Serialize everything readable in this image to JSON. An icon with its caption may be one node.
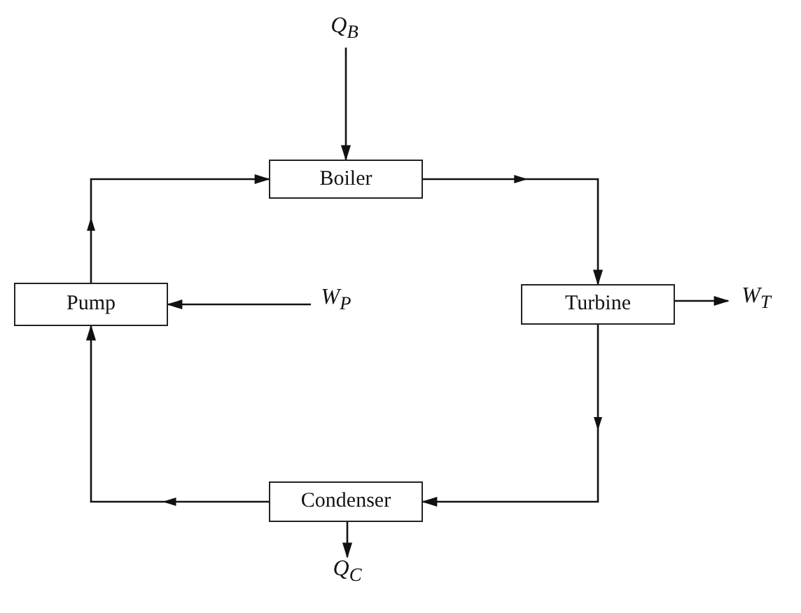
{
  "diagram": {
    "nodes": [
      {
        "text": [
          "Boiler"
        ]
      },
      {
        "text": [
          "Turbine"
        ]
      },
      {
        "text": [
          "Condenser"
        ]
      },
      {
        "text": [
          "Pump"
        ]
      },
      {
        "text": [
          "Q$_{B}$"
        ]
      },
      {
        "text": [
          "W$_{T}$"
        ]
      },
      {
        "text": [
          "Q$_{C}$"
        ]
      },
      {
        "text": [
          "W$_{P}$"
        ]
      }
    ],
    "edges": [
      {
        "from": 4,
        "to": 0,
        "arrow": "to"
      },
      {
        "from": 0,
        "to": 1,
        "arrow": "to"
      },
      {
        "from": 1,
        "to": 5,
        "arrow": "to"
      },
      {
        "from": 1,
        "to": 2,
        "arrow": "to"
      },
      {
        "from": 2,
        "to": 6,
        "arrow": "to"
      },
      {
        "from": 2,
        "to": 3,
        "arrow": "to"
      },
      {
        "from": 7,
        "to": 3,
        "arrow": "to"
      },
      {
        "from": 3,
        "to": 0,
        "arrow": "to"
      }
    ]
  }
}
